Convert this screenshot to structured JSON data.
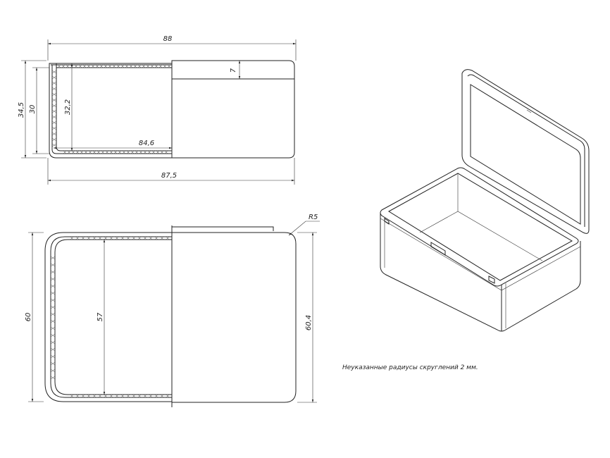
{
  "dimensions": {
    "top_width": "88",
    "lid_height": "7",
    "total_height": "34,5",
    "inner_height": "30",
    "wall_height": "32,2",
    "inner_length": "84,6",
    "base_length": "87,5",
    "radius": "R5",
    "outer_width": "60",
    "inner_width": "57",
    "lid_width": "60,4"
  },
  "note": "Неуказанные радиусы скруглений 2 мм."
}
